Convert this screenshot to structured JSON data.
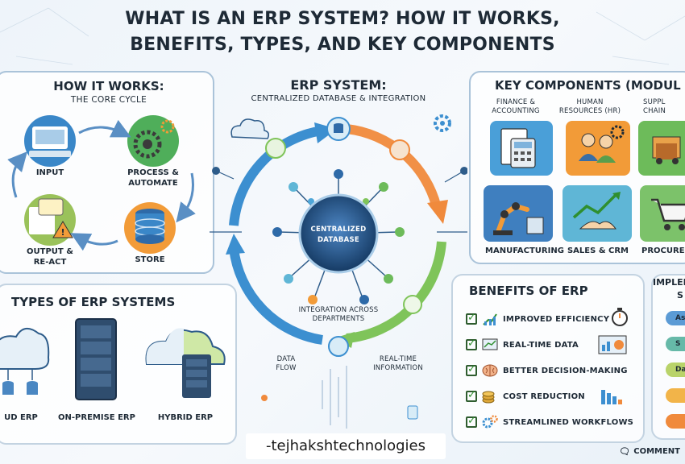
{
  "title": {
    "line1": "WHAT IS AN ERP SYSTEM? HOW IT WORKS,",
    "line2": "BENEFITS, TYPES, AND KEY COMPONENTS"
  },
  "how_it_works": {
    "title": "HOW IT WORKS:",
    "subtitle": "THE CORE CYCLE",
    "steps": [
      {
        "label": "INPUT",
        "icon": "keyboard-monitor-icon"
      },
      {
        "label": "PROCESS &\nAUTOMATE",
        "icon": "gears-icon"
      },
      {
        "label": "STORE",
        "icon": "database-icon"
      },
      {
        "label": "OUTPUT &\nRE-ACT",
        "icon": "report-alert-icon"
      }
    ]
  },
  "erp_system": {
    "title": "ERP SYSTEM:",
    "subtitle": "CENTRALIZED DATABASE & INTEGRATION",
    "hub_label": "CENTRALIZED\nDATABASE",
    "integration_label": "INTEGRATION ACROSS\nDEPARTMENTS",
    "data_flow": "DATA\nFLOW",
    "real_time": "REAL-TIME\nINFORMATION"
  },
  "key_components": {
    "title": "KEY COMPONENTS (MODUL",
    "modules": [
      {
        "label": "FINANCE &\nACCOUNTING",
        "color": "#4a9fd8",
        "icon": "calculator-icon"
      },
      {
        "label": "HUMAN\nRESOURCES (HR)",
        "color": "#f29b38",
        "icon": "people-gears-icon"
      },
      {
        "label": "SUPPL\nCHAIN",
        "color": "#6dbb5a",
        "icon": "truck-icon"
      },
      {
        "label": "MANUFACTURING",
        "color": "#3f7fbf",
        "icon": "robot-arm-icon"
      },
      {
        "label": "SALES & CRM",
        "color": "#5fb6d6",
        "icon": "handshake-icon"
      },
      {
        "label": "PROCURE",
        "color": "#7cc26a",
        "icon": "cart-icon"
      }
    ]
  },
  "benefits": {
    "title": "BENEFITS OF ERP",
    "items": [
      {
        "label": "IMPROVED EFFICIENCY",
        "icon": "growth-chart-icon"
      },
      {
        "label": "REAL-TIME DATA",
        "icon": "monitor-chart-icon"
      },
      {
        "label": "BETTER DECISION-MAKING",
        "icon": "brain-icon"
      },
      {
        "label": "COST REDUCTION",
        "icon": "coins-icon"
      },
      {
        "label": "STREAMLINED WORKFLOWS",
        "icon": "gears-icon"
      }
    ]
  },
  "implementation": {
    "title_line1": "IMPLEM",
    "title_line2": "S",
    "steps": [
      {
        "label": "As",
        "color": "#5b9bd5"
      },
      {
        "label": "S",
        "color": "#66b9a8"
      },
      {
        "label": "Dat",
        "color": "#b9d36a"
      },
      {
        "label": "",
        "color": "#f2b449"
      },
      {
        "label": "",
        "color": "#f08a3c"
      }
    ]
  },
  "types": {
    "title": "TYPES OF ERP SYSTEMS",
    "items": [
      {
        "label": "UD ERP",
        "icon": "cloud-database-icon"
      },
      {
        "label": "ON-PREMISE ERP",
        "icon": "server-rack-icon"
      },
      {
        "label": "HYBRID ERP",
        "icon": "hybrid-cloud-server-icon"
      }
    ]
  },
  "credit": "-tejhakshtechnologies",
  "comment_label": "COMMENT",
  "colors": {
    "navy": "#1e3a5f",
    "blue_arrow": "#3c8fd0",
    "orange_arrow": "#f08a3c",
    "green_arrow": "#7fc45a",
    "panel_border": "#aac3d9"
  }
}
